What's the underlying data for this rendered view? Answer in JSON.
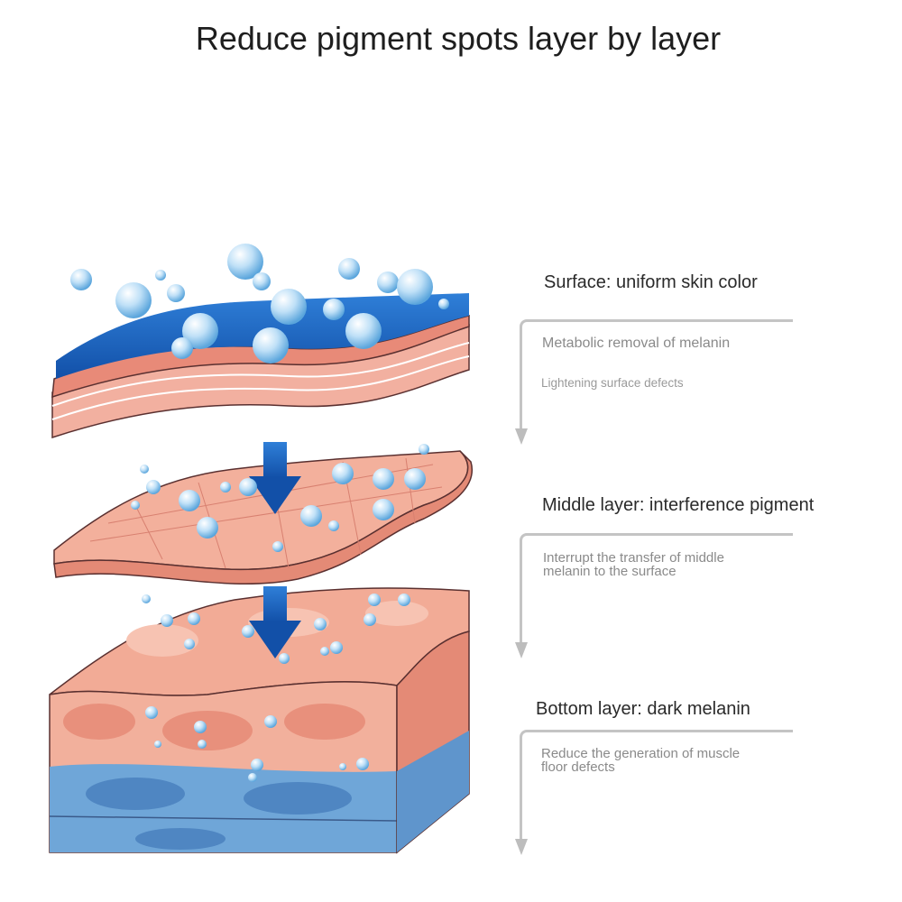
{
  "title": "Reduce pigment spots layer by layer",
  "layers": [
    {
      "heading": "Surface: uniform skin color",
      "line1": "Metabolic removal of melanin",
      "line2": "Lightening surface defects"
    },
    {
      "heading": "Middle layer: interference pigment",
      "line1": "Interrupt the transfer of middle",
      "line2": "melanin to the surface"
    },
    {
      "heading": "Bottom layer: dark melanin",
      "line1": "Reduce the generation of muscle",
      "line2": "floor defects"
    }
  ],
  "colors": {
    "blue": "#1a5fc0",
    "skin": "#f2a996",
    "skin_dark": "#e58f7e",
    "deep_blue": "#6aa3d8",
    "bubble": "#a9d3f2"
  }
}
